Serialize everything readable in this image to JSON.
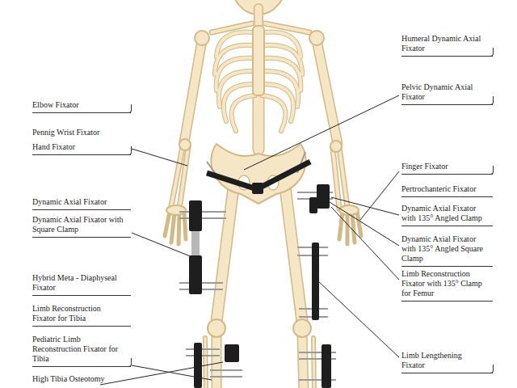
{
  "diagram": {
    "labels": [
      "Humeral Dynamic Axial Fixator",
      "Pelvic Dynamic Axial Fixator",
      "Elbow Fixator",
      "Pennig Wrist Fixator",
      "Hand Fixator",
      "Finger Fixator",
      "Pertrochanteric Fixator",
      "Dynamic Axial Fixator",
      "Dynamic Axial Fixator with 135° Angled Clamp",
      "Dynamic Axial Fixator with Square Clamp",
      "Dynamic Axial Fixator with 135° Angled Square Clamp",
      "Limb Reconstruction Fixator with 135° Clamp for Femur",
      "Hybrid Meta - Diaphyseal Fixator",
      "Limb Reconstruction Fixator for Tibia",
      "Pediatric Limb Reconstruction Fixator for Tibia",
      "Limb Lengthening Fixator",
      "High Tibia Osteotomy"
    ]
  }
}
